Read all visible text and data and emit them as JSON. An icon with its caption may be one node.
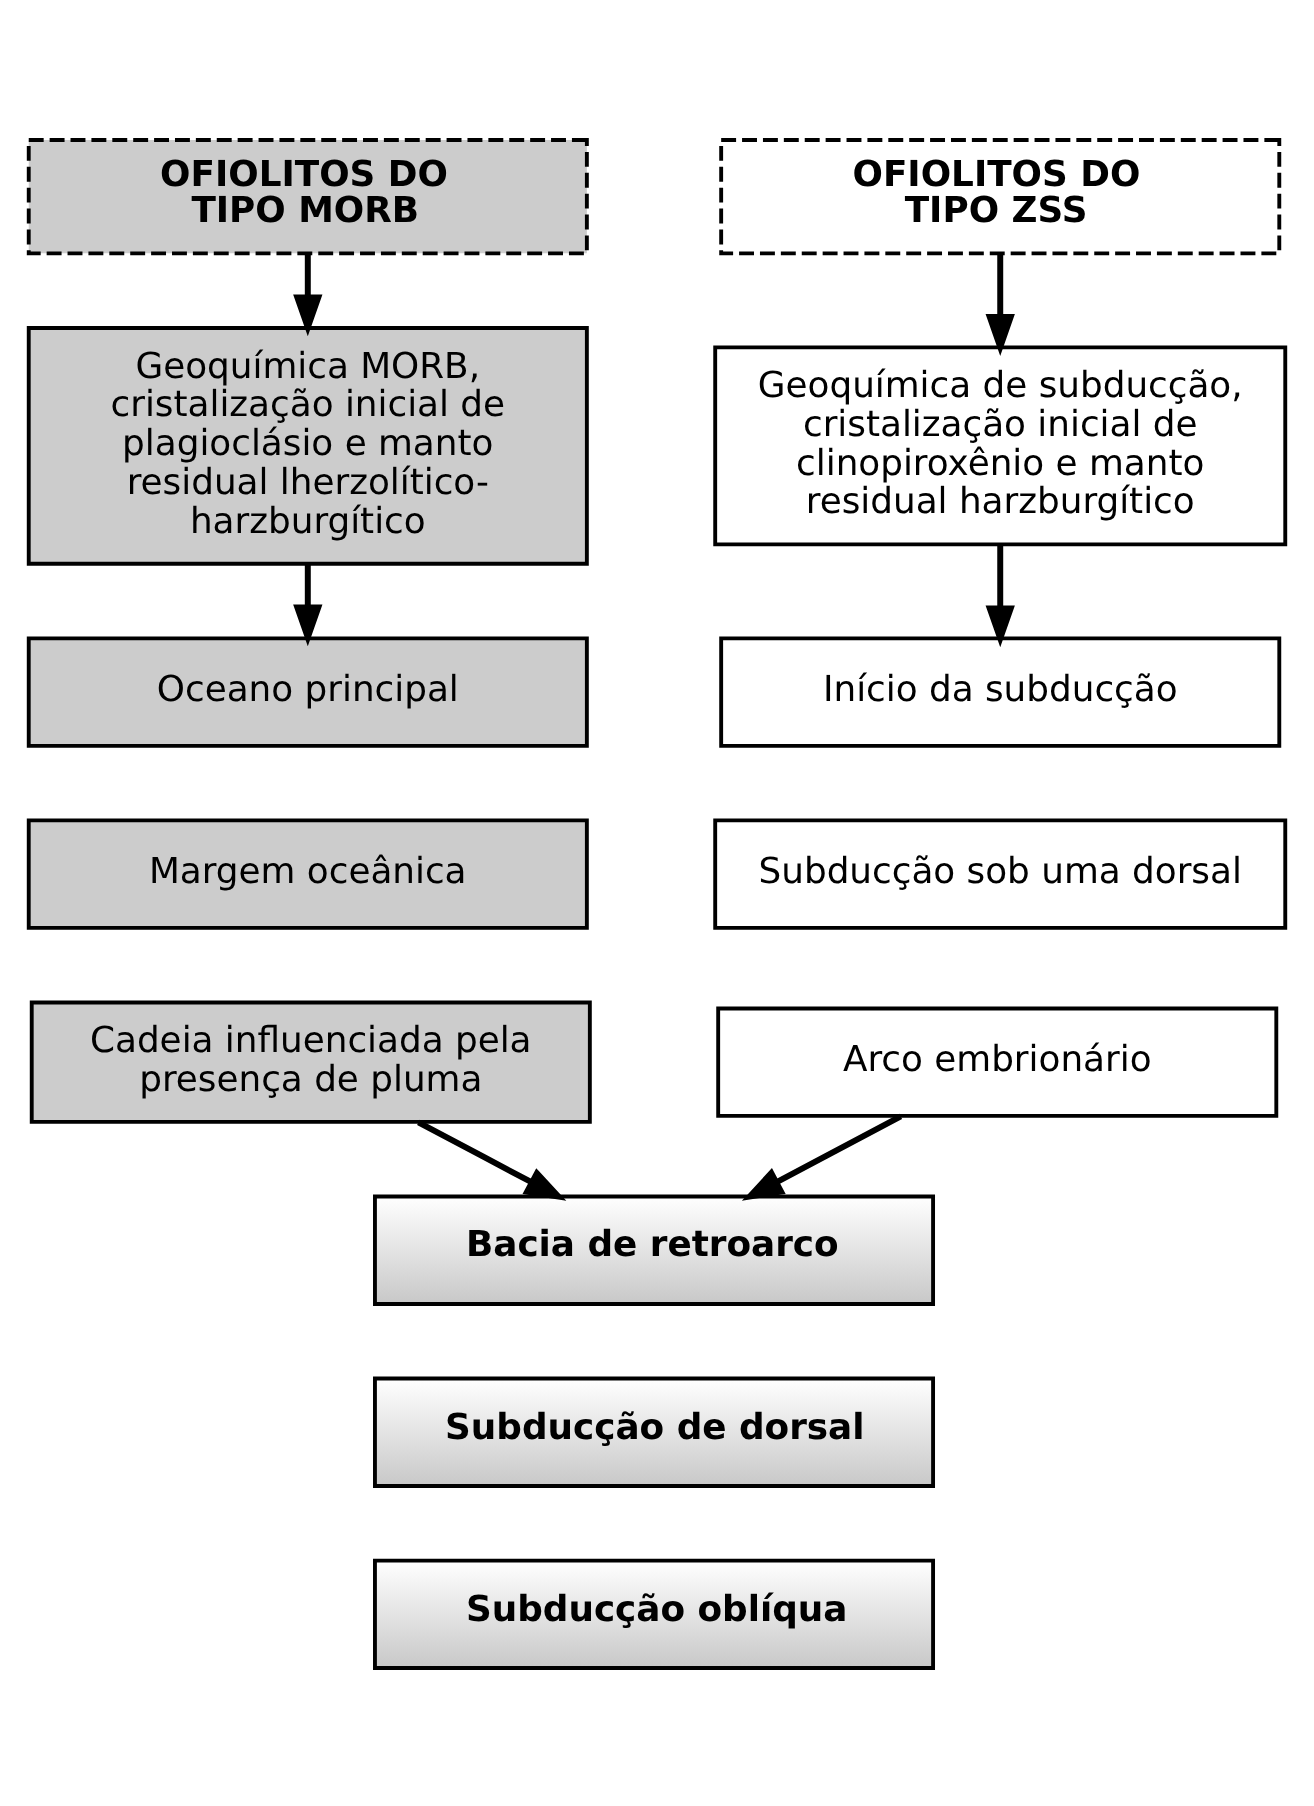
{
  "diagram": {
    "nodes": [
      {
        "text": [
          "OFIOLITOS DO TIPO MORB"
        ]
      },
      {
        "text": [
          "OFIOLITOS DO TIPO ZSS"
        ]
      },
      {
        "text": [
          "Geoquímica MORB, cristalização inicial de plagioclásio e manto residual lherzolítico-harzburgítico"
        ]
      },
      {
        "text": [
          "Geoquímica de subducção, cristalização inicial de clinopiroxênio e manto residual harzburgítico"
        ]
      },
      {
        "text": [
          "Oceano principal"
        ]
      },
      {
        "text": [
          "Margem oceânica"
        ]
      },
      {
        "text": [
          "Cadeia influenciada pela presença de pluma"
        ]
      },
      {
        "text": [
          "Início da subducção"
        ]
      },
      {
        "text": [
          "Subducção sob uma dorsal"
        ]
      },
      {
        "text": [
          "Arco embrionário"
        ]
      },
      {
        "text": [
          "Bacia de retroarco"
        ]
      },
      {
        "text": [
          "Subducção de dorsal"
        ]
      },
      {
        "text": [
          "Subducção oblíqua"
        ]
      }
    ],
    "edges": [
      {
        "from": 0,
        "to": 2,
        "arrow": "to"
      },
      {
        "from": 1,
        "to": 3,
        "arrow": "to"
      },
      {
        "from": 2,
        "to": 4,
        "arrow": "to"
      },
      {
        "from": 3,
        "to": 7,
        "arrow": "to"
      },
      {
        "from": 6,
        "to": 10,
        "arrow": "to"
      },
      {
        "from": 9,
        "to": 10,
        "arrow": "to"
      }
    ]
  }
}
